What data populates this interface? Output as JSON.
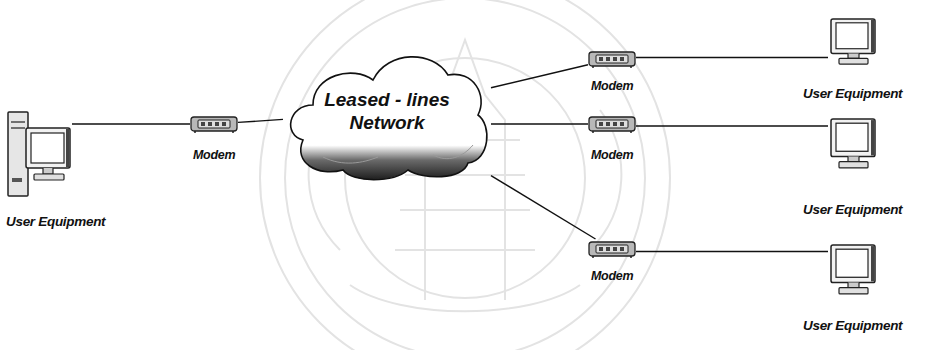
{
  "diagram": {
    "nodes": [
      {
        "text": [
          "User Equipment"
        ]
      },
      {
        "text": [
          "Modem"
        ]
      },
      {
        "text": [
          "Leased - lines Network"
        ]
      },
      {
        "text": [
          "Modem"
        ]
      },
      {
        "text": [
          "User Equipment"
        ]
      },
      {
        "text": [
          "Modem"
        ]
      },
      {
        "text": [
          "User Equipment"
        ]
      },
      {
        "text": [
          "Modem"
        ]
      },
      {
        "text": [
          "User Equipment"
        ]
      }
    ],
    "edges": [
      {
        "from": 0,
        "to": 1,
        "arrow": "none"
      },
      {
        "from": 1,
        "to": 2,
        "arrow": "none"
      },
      {
        "from": 2,
        "to": 3,
        "arrow": "none"
      },
      {
        "from": 3,
        "to": 4,
        "arrow": "none"
      },
      {
        "from": 2,
        "to": 5,
        "arrow": "none"
      },
      {
        "from": 5,
        "to": 6,
        "arrow": "none"
      },
      {
        "from": 2,
        "to": 7,
        "arrow": "none"
      },
      {
        "from": 7,
        "to": 8,
        "arrow": "none"
      }
    ]
  }
}
